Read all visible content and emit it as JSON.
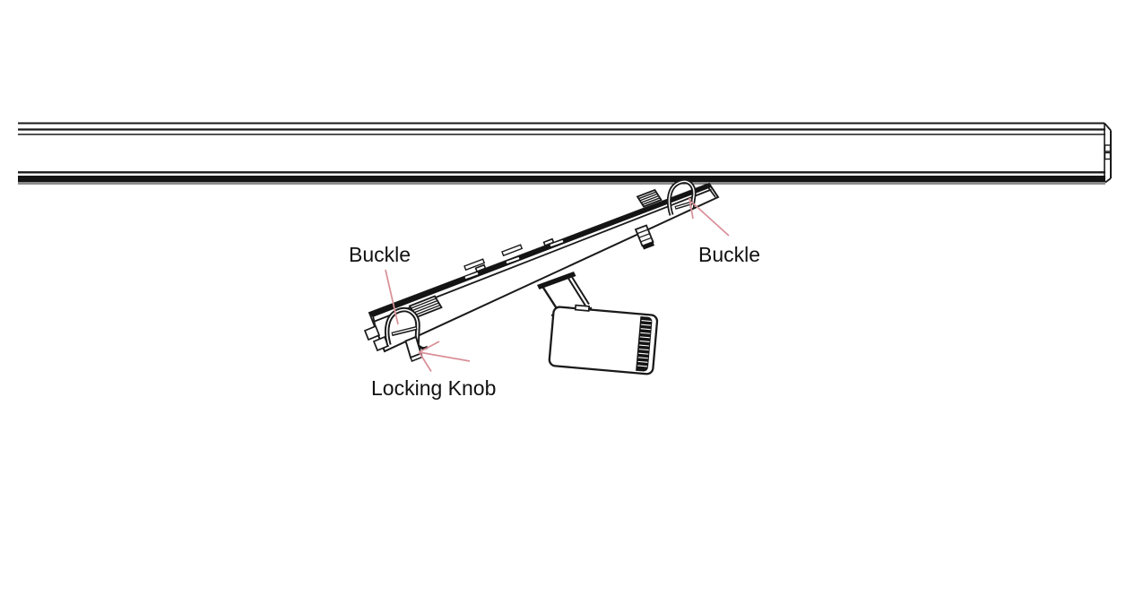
{
  "diagram": {
    "title": "track-light-installation-diagram",
    "labels": {
      "buckle_left": "Buckle",
      "buckle_right": "Buckle",
      "locking_knob": "Locking Knob"
    },
    "parts": [
      "track-rail",
      "adapter-bar",
      "buckle-left",
      "buckle-right",
      "locking-knob",
      "ribbed-grip-left",
      "ribbed-grip-right",
      "adapter-knob",
      "mounting-arm",
      "spotlight-head"
    ],
    "colors": {
      "line": "#1a1a1a",
      "dark_fill": "#141414",
      "leader_line": "#d98f97",
      "text": "#111111",
      "background": "#ffffff"
    }
  }
}
